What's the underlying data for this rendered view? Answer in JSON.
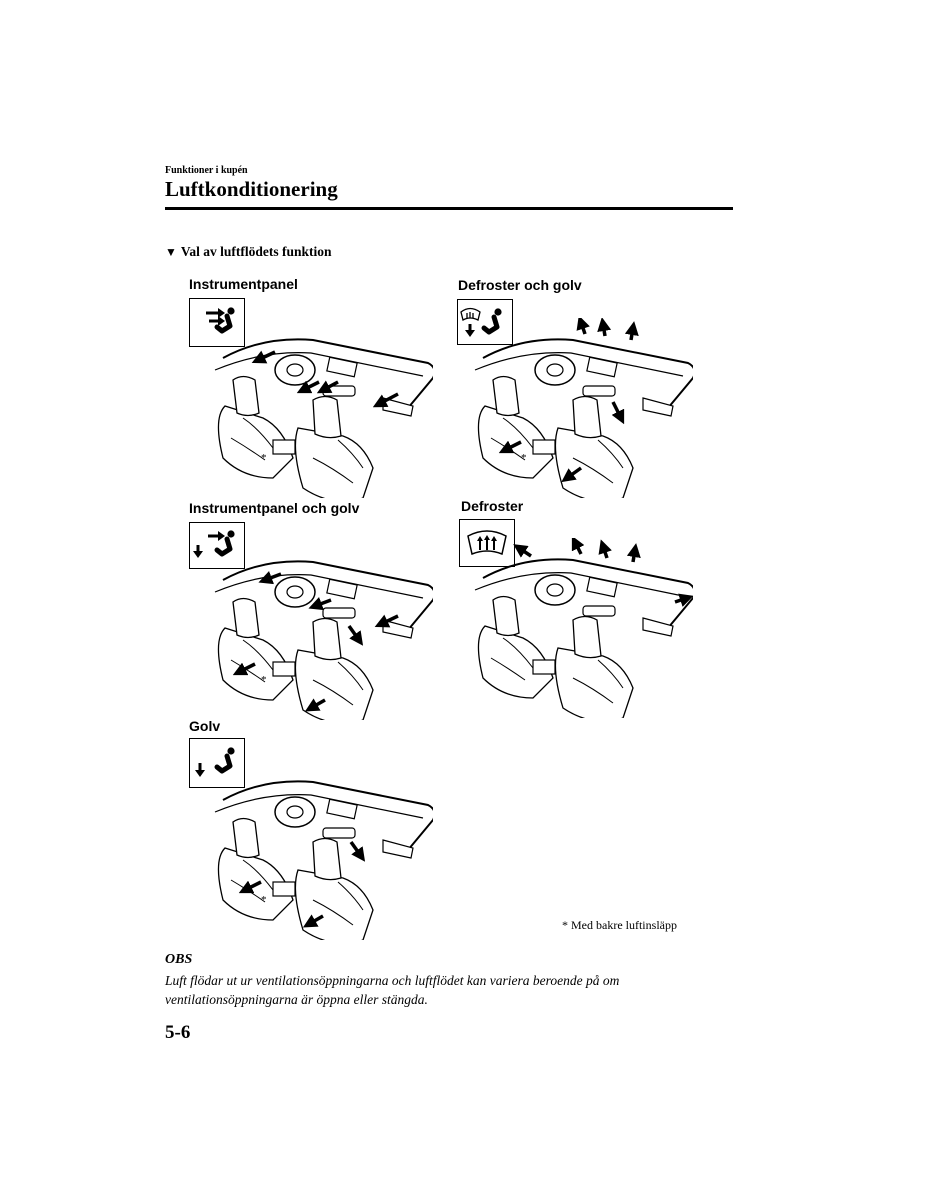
{
  "header": {
    "section": "Funktioner i kupén",
    "title": "Luftkonditionering"
  },
  "subheading": {
    "marker": "▼",
    "text": "Val av luftflödets funktion"
  },
  "modes": [
    {
      "label": "Instrumentpanel",
      "icon": "panel-mode-icon"
    },
    {
      "label": "Defroster och golv",
      "icon": "defrost-floor-mode-icon"
    },
    {
      "label": "Instrumentpanel och golv",
      "icon": "panel-floor-mode-icon"
    },
    {
      "label": "Defroster",
      "icon": "defrost-mode-icon"
    },
    {
      "label": "Golv",
      "icon": "floor-mode-icon"
    }
  ],
  "illustration": {
    "rear_vent_marker": "*"
  },
  "footnote": "* Med bakre luftinsläpp",
  "note": {
    "heading": "OBS",
    "text": "Luft flödar ut ur ventilationsöppningarna och luftflödet kan variera beroende på om ventilationsöppningarna är öppna eller stängda."
  },
  "page_number": "5-6"
}
